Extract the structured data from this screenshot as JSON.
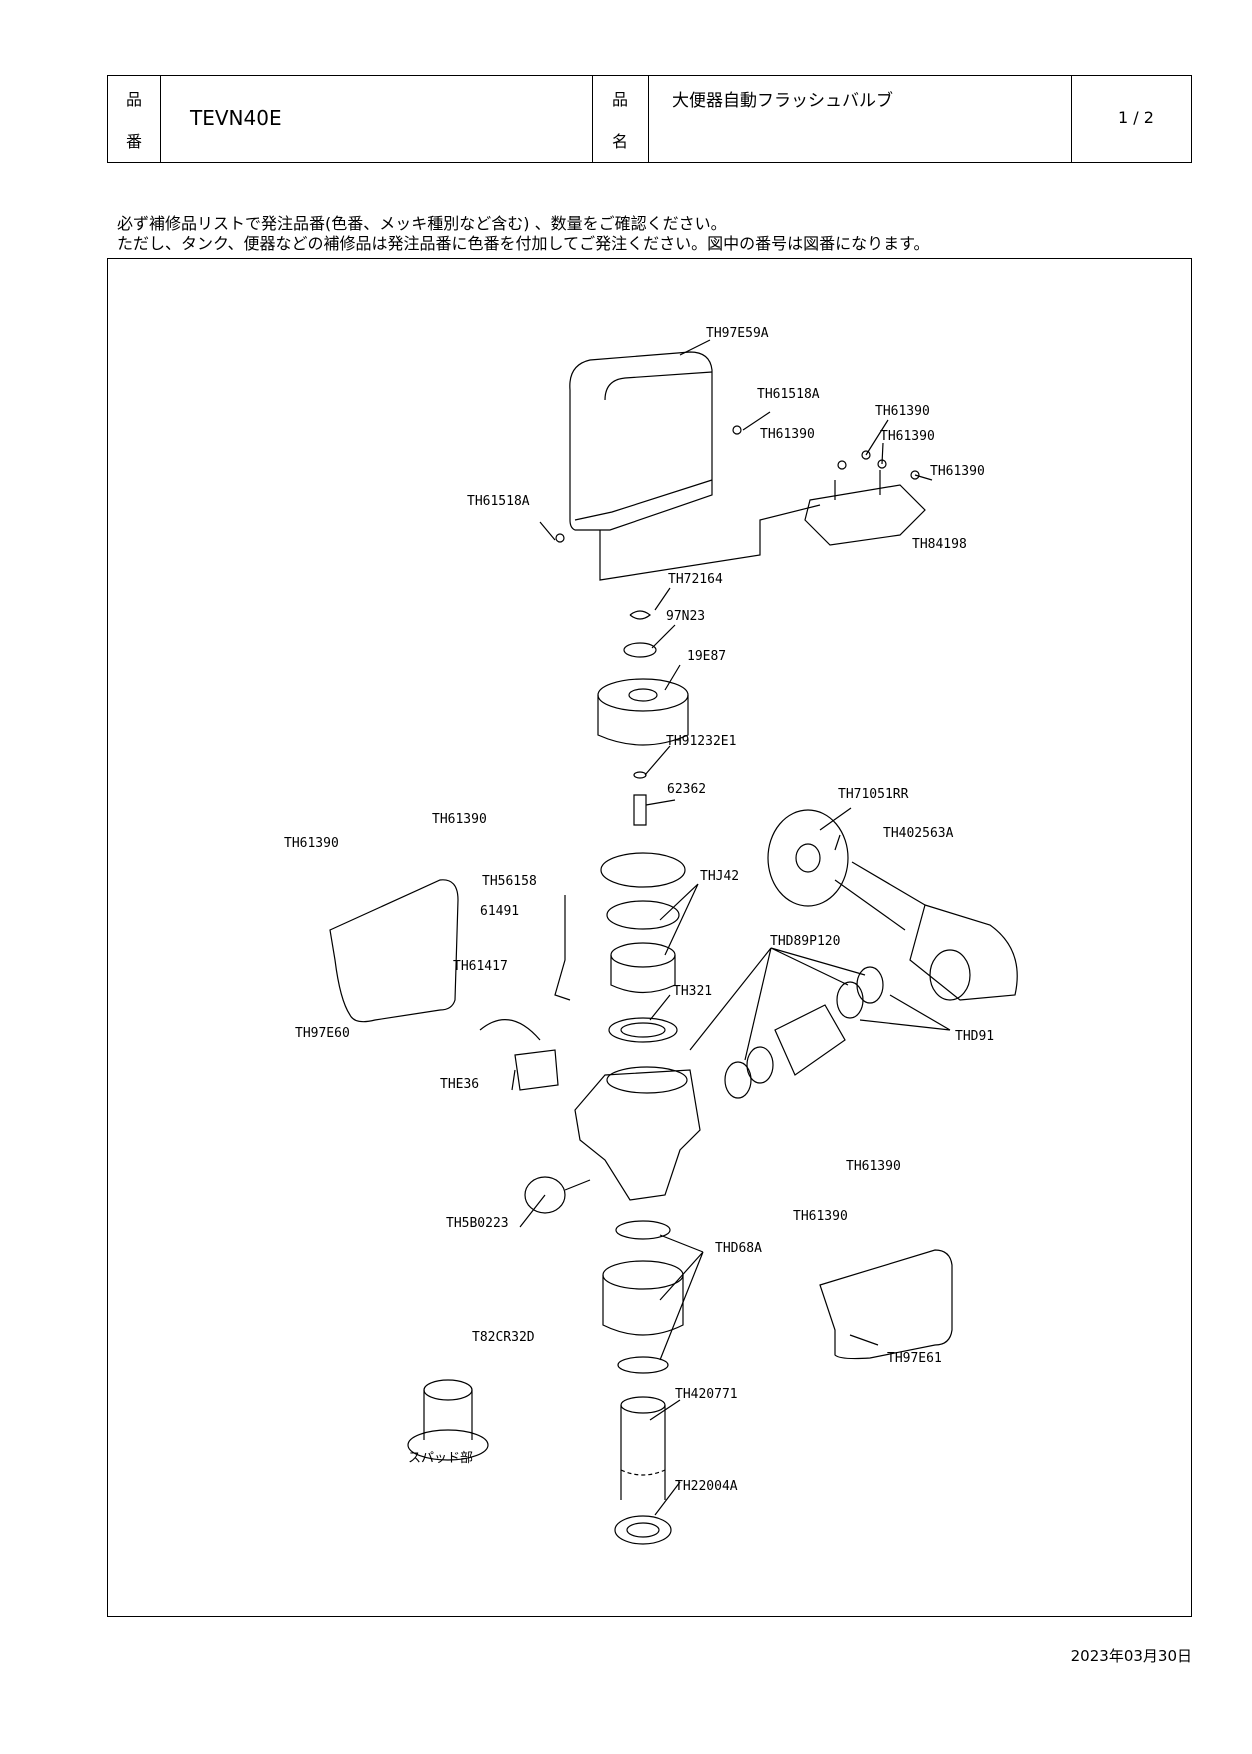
{
  "header": {
    "hinban_label_1": "品",
    "hinban_label_2": "番",
    "hinban": "TEVN40E",
    "hinmei_label_1": "品",
    "hinmei_label_2": "名",
    "hinmei": "大便器自動フラッシュバルブ",
    "page": "1 / 2"
  },
  "notice": {
    "line1": "必ず補修品リストで発注品番(色番、メッキ種別など含む) 、数量をご確認ください。",
    "line2": "ただし、タンク、便器などの補修品は発注品番に色番を付加してご発注ください。図中の番号は図番になります。"
  },
  "parts": [
    "TH97E59A",
    "TH61518A",
    "TH61390",
    "TH61390",
    "TH61390",
    "TH61390",
    "TH61518A",
    "TH84198",
    "TH72164",
    "97N23",
    "19E87",
    "TH91232E1",
    "62362",
    "TH71051RR",
    "TH402563A",
    "TH61390",
    "TH61390",
    "THJ42",
    "TH56158",
    "61491",
    "THD89P120",
    "TH61417",
    "TH321",
    "TH97E60",
    "THD91",
    "THE36",
    "TH5B0223",
    "TH61390",
    "TH61390",
    "THD68A",
    "T82CR32D",
    "TH97E61",
    "TH420771",
    "TH22004A",
    "スパッド部"
  ],
  "footer": {
    "date": "2023年03月30日"
  }
}
